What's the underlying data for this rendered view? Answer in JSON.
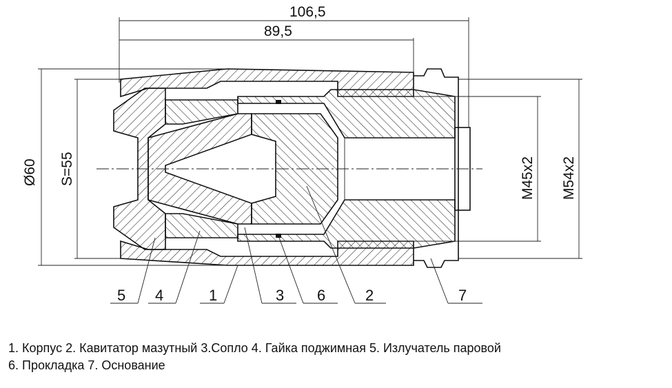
{
  "dimensions": {
    "overall_length": "106,5",
    "body_length": "89,5",
    "outer_diameter": "Ø60",
    "wrench_size": "S=55",
    "thread_inner": "M45x2",
    "thread_outer": "M54x2"
  },
  "part_numbers": [
    "5",
    "4",
    "1",
    "3",
    "6",
    "2",
    "7"
  ],
  "caption": {
    "line1": "1. Корпус  2. Кавитатор мазутный  3.Сопло  4. Гайка поджимная  5. Излучатель паровой",
    "line2": "6. Прокладка  7. Основание"
  }
}
